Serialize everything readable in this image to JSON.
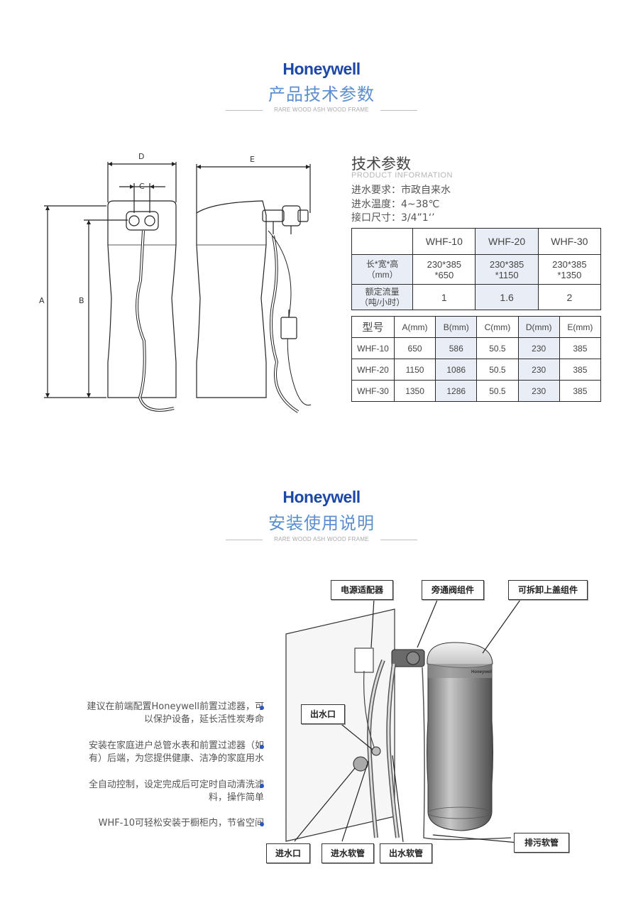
{
  "section1": {
    "brand": "Honeywell",
    "title": "产品技术参数",
    "rule_text": "RARE WOOD ASH WOOD FRAME"
  },
  "diagram": {
    "dim_labels": {
      "a": "A",
      "b": "B",
      "c": "C",
      "d": "D",
      "e": "E"
    }
  },
  "specs": {
    "heading": "技术参数",
    "subheading": "PRODUCT INFORMATION",
    "lines": [
      "进水要求：市政自来水",
      "进水温度：4~38℃",
      "接口尺寸：3/4”1‘’"
    ]
  },
  "table1": {
    "headers": [
      "WHF-10",
      "WHF-20",
      "WHF-30"
    ],
    "rows": [
      {
        "label1": "长*宽*高",
        "label2": "（mm）",
        "values": [
          [
            "230*385",
            "*650"
          ],
          [
            "230*385",
            "*1150"
          ],
          [
            "230*385",
            "*1350"
          ]
        ]
      },
      {
        "label1": "额定流量",
        "label2": "（吨/小时）",
        "values": [
          [
            "1"
          ],
          [
            "1.6"
          ],
          [
            "2"
          ]
        ]
      }
    ]
  },
  "table2": {
    "headers": [
      "型号",
      "A(mm)",
      "B(mm)",
      "C(mm)",
      "D(mm)",
      "E(mm)"
    ],
    "rows": [
      [
        "WHF-10",
        "650",
        "586",
        "50.5",
        "230",
        "385"
      ],
      [
        "WHF-20",
        "1150",
        "1086",
        "50.5",
        "230",
        "385"
      ],
      [
        "WHF-30",
        "1350",
        "1286",
        "50.5",
        "230",
        "385"
      ]
    ]
  },
  "section2": {
    "brand": "Honeywell",
    "title": "安装使用说明",
    "rule_text": "RARE WOOD ASH WOOD FRAME"
  },
  "bullets": [
    [
      "建议在前端配置Honeywell前置过滤器，可",
      "以保护设备，延长活性炭寿命"
    ],
    [
      "安装在家庭进户总管水表和前置过滤器（如",
      "有）后端，为您提供健康、洁净的家庭用水"
    ],
    [
      "全自动控制，设定完成后可定时自动清洗滤",
      "料，操作简单"
    ],
    [
      "WHF-10可轻松安装于橱柜内，节省空间"
    ]
  ],
  "callouts": {
    "power_adapter": "电源适配器",
    "bypass_valve": "旁通阀组件",
    "top_cover": "可拆卸上盖组件",
    "water_outlet": "出水口",
    "water_inlet": "进水口",
    "inlet_hose": "进水软管",
    "outlet_hose": "出水软管",
    "drain_hose": "排污软管"
  },
  "product_label": "Honeywell",
  "colors": {
    "brand_blue": "#1d47a7",
    "title_blue": "#5b8fcf",
    "table_shade": "#e9eef6",
    "bullet_dot": "#2a56c2"
  }
}
